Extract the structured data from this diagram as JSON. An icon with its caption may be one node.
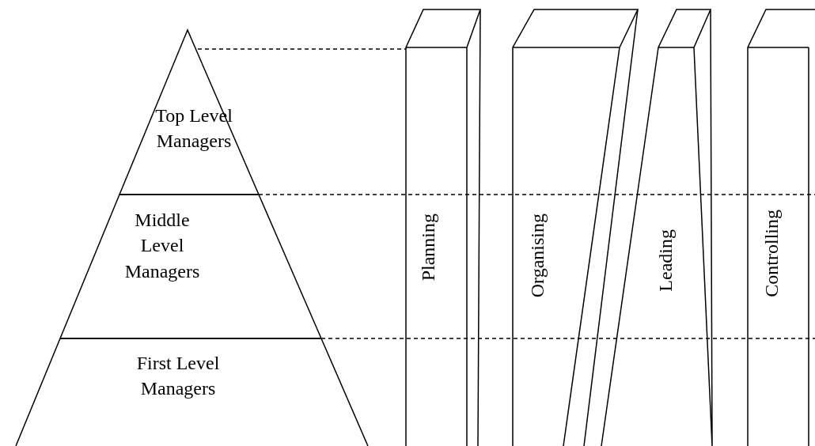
{
  "diagram": {
    "nodes": [
      {
        "text": [
          "Top Level Managers"
        ]
      },
      {
        "text": [
          "Middle Level Managers"
        ]
      },
      {
        "text": [
          "First Level Managers"
        ]
      },
      {
        "text": [
          "Planning"
        ]
      },
      {
        "text": [
          "Organising"
        ]
      },
      {
        "text": [
          "Leading"
        ]
      },
      {
        "text": [
          "Controlling"
        ]
      }
    ]
  }
}
